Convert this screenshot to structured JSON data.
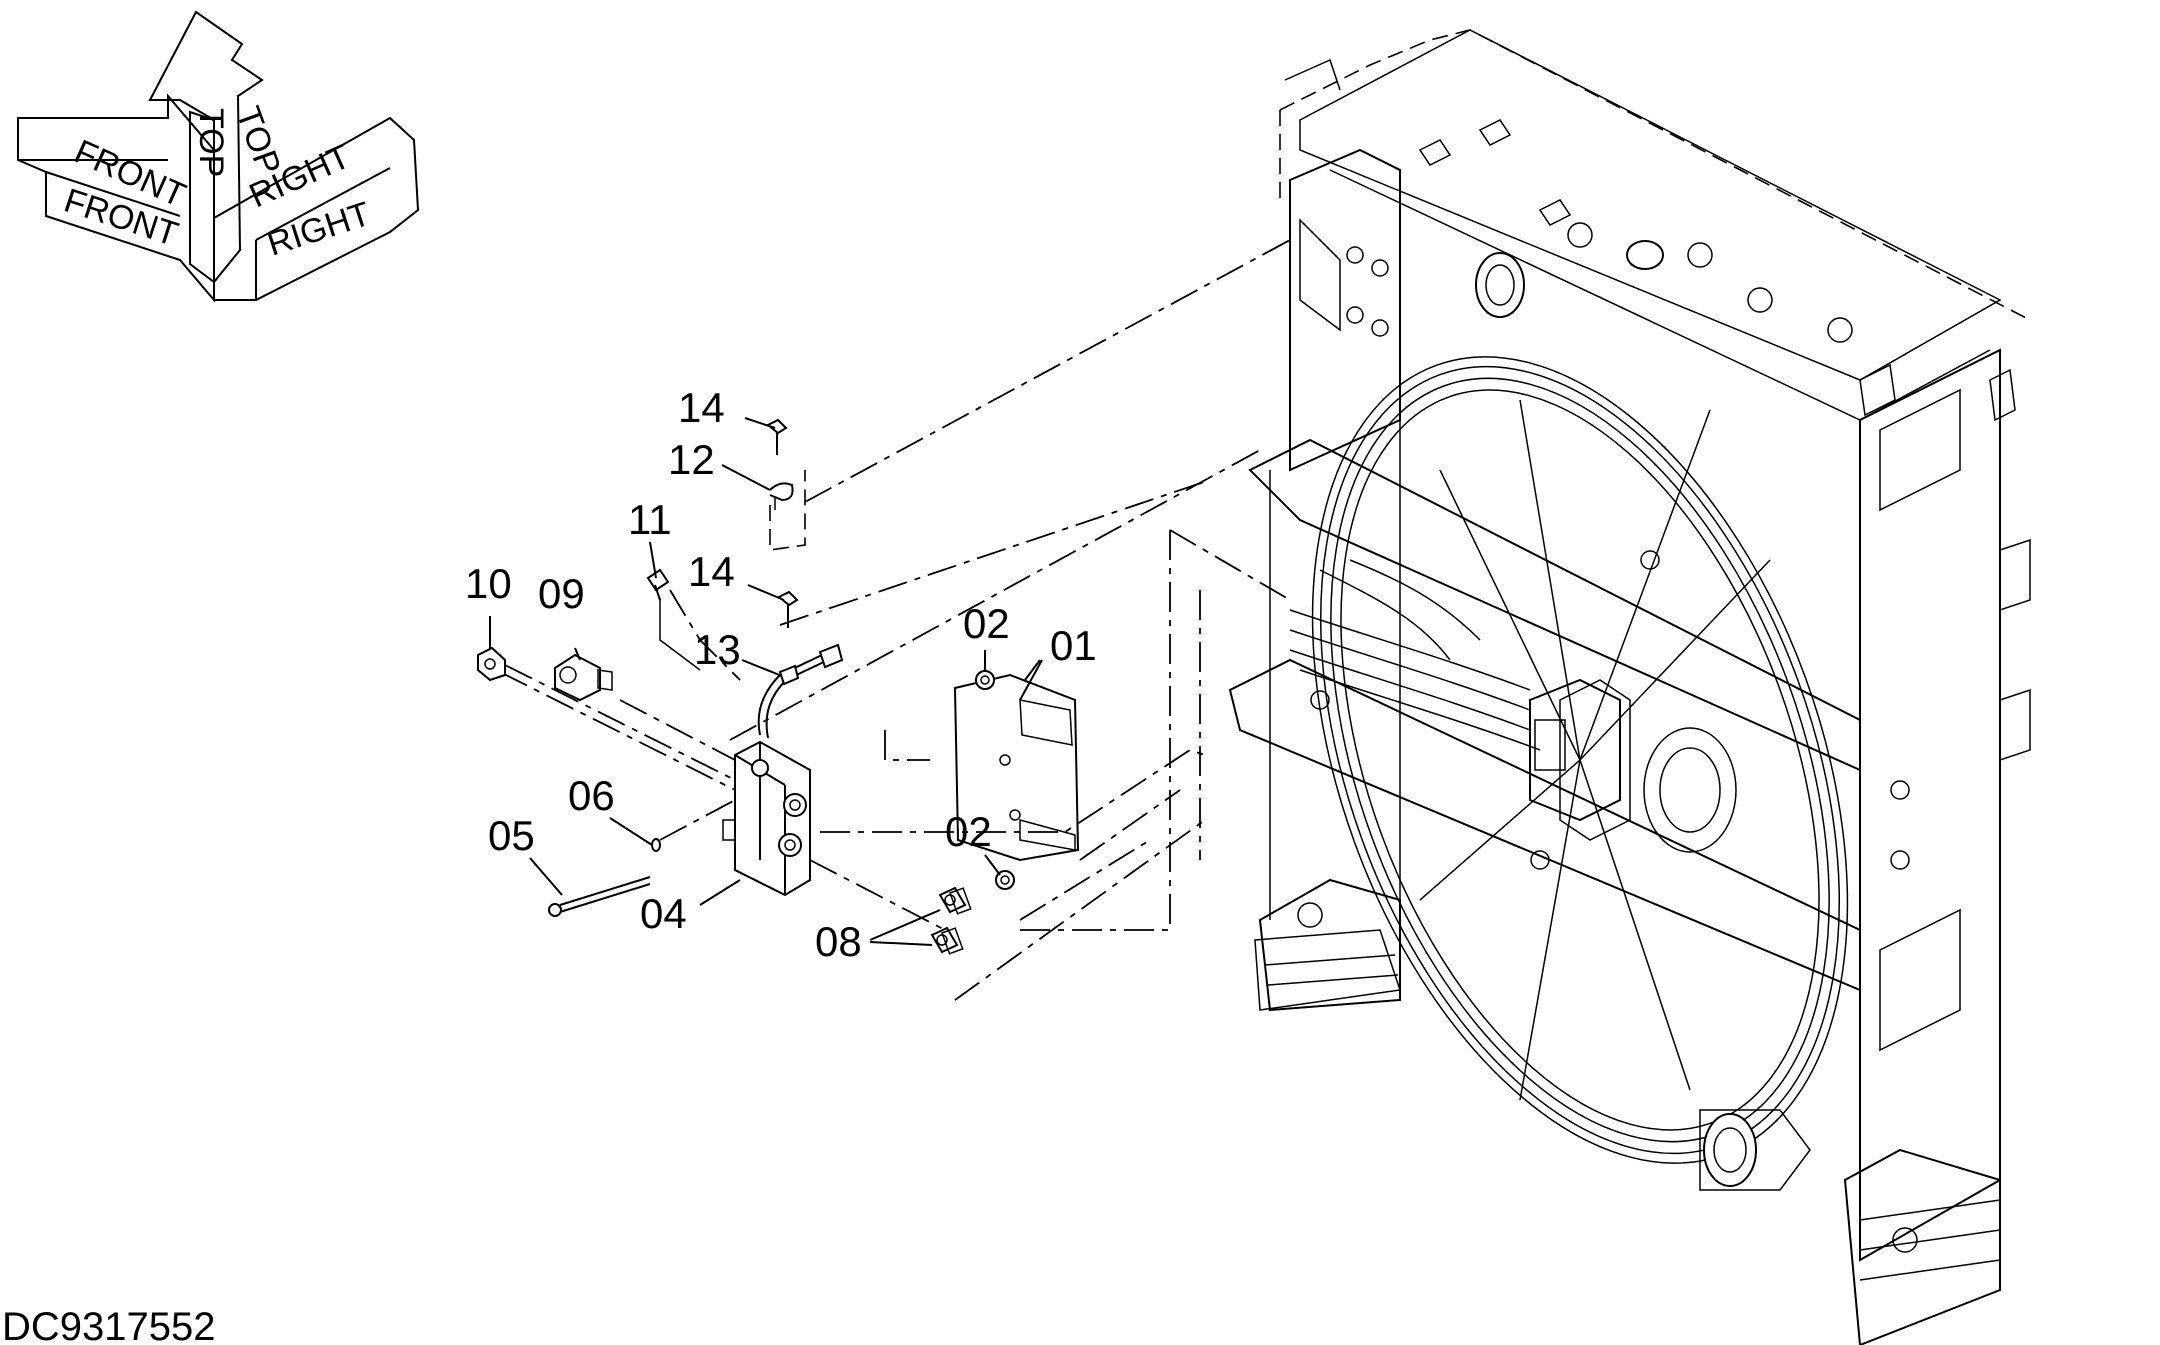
{
  "orientation": {
    "top": "TOP",
    "front": "FRONT",
    "right": "RIGHT"
  },
  "callouts": {
    "c01": "01",
    "c02a": "02",
    "c02b": "02",
    "c04": "04",
    "c05": "05",
    "c06": "06",
    "c08": "08",
    "c09": "09",
    "c10": "10",
    "c11": "11",
    "c12": "12",
    "c13": "13",
    "c14a": "14",
    "c14b": "14"
  },
  "drawing_number": "DC9317552"
}
